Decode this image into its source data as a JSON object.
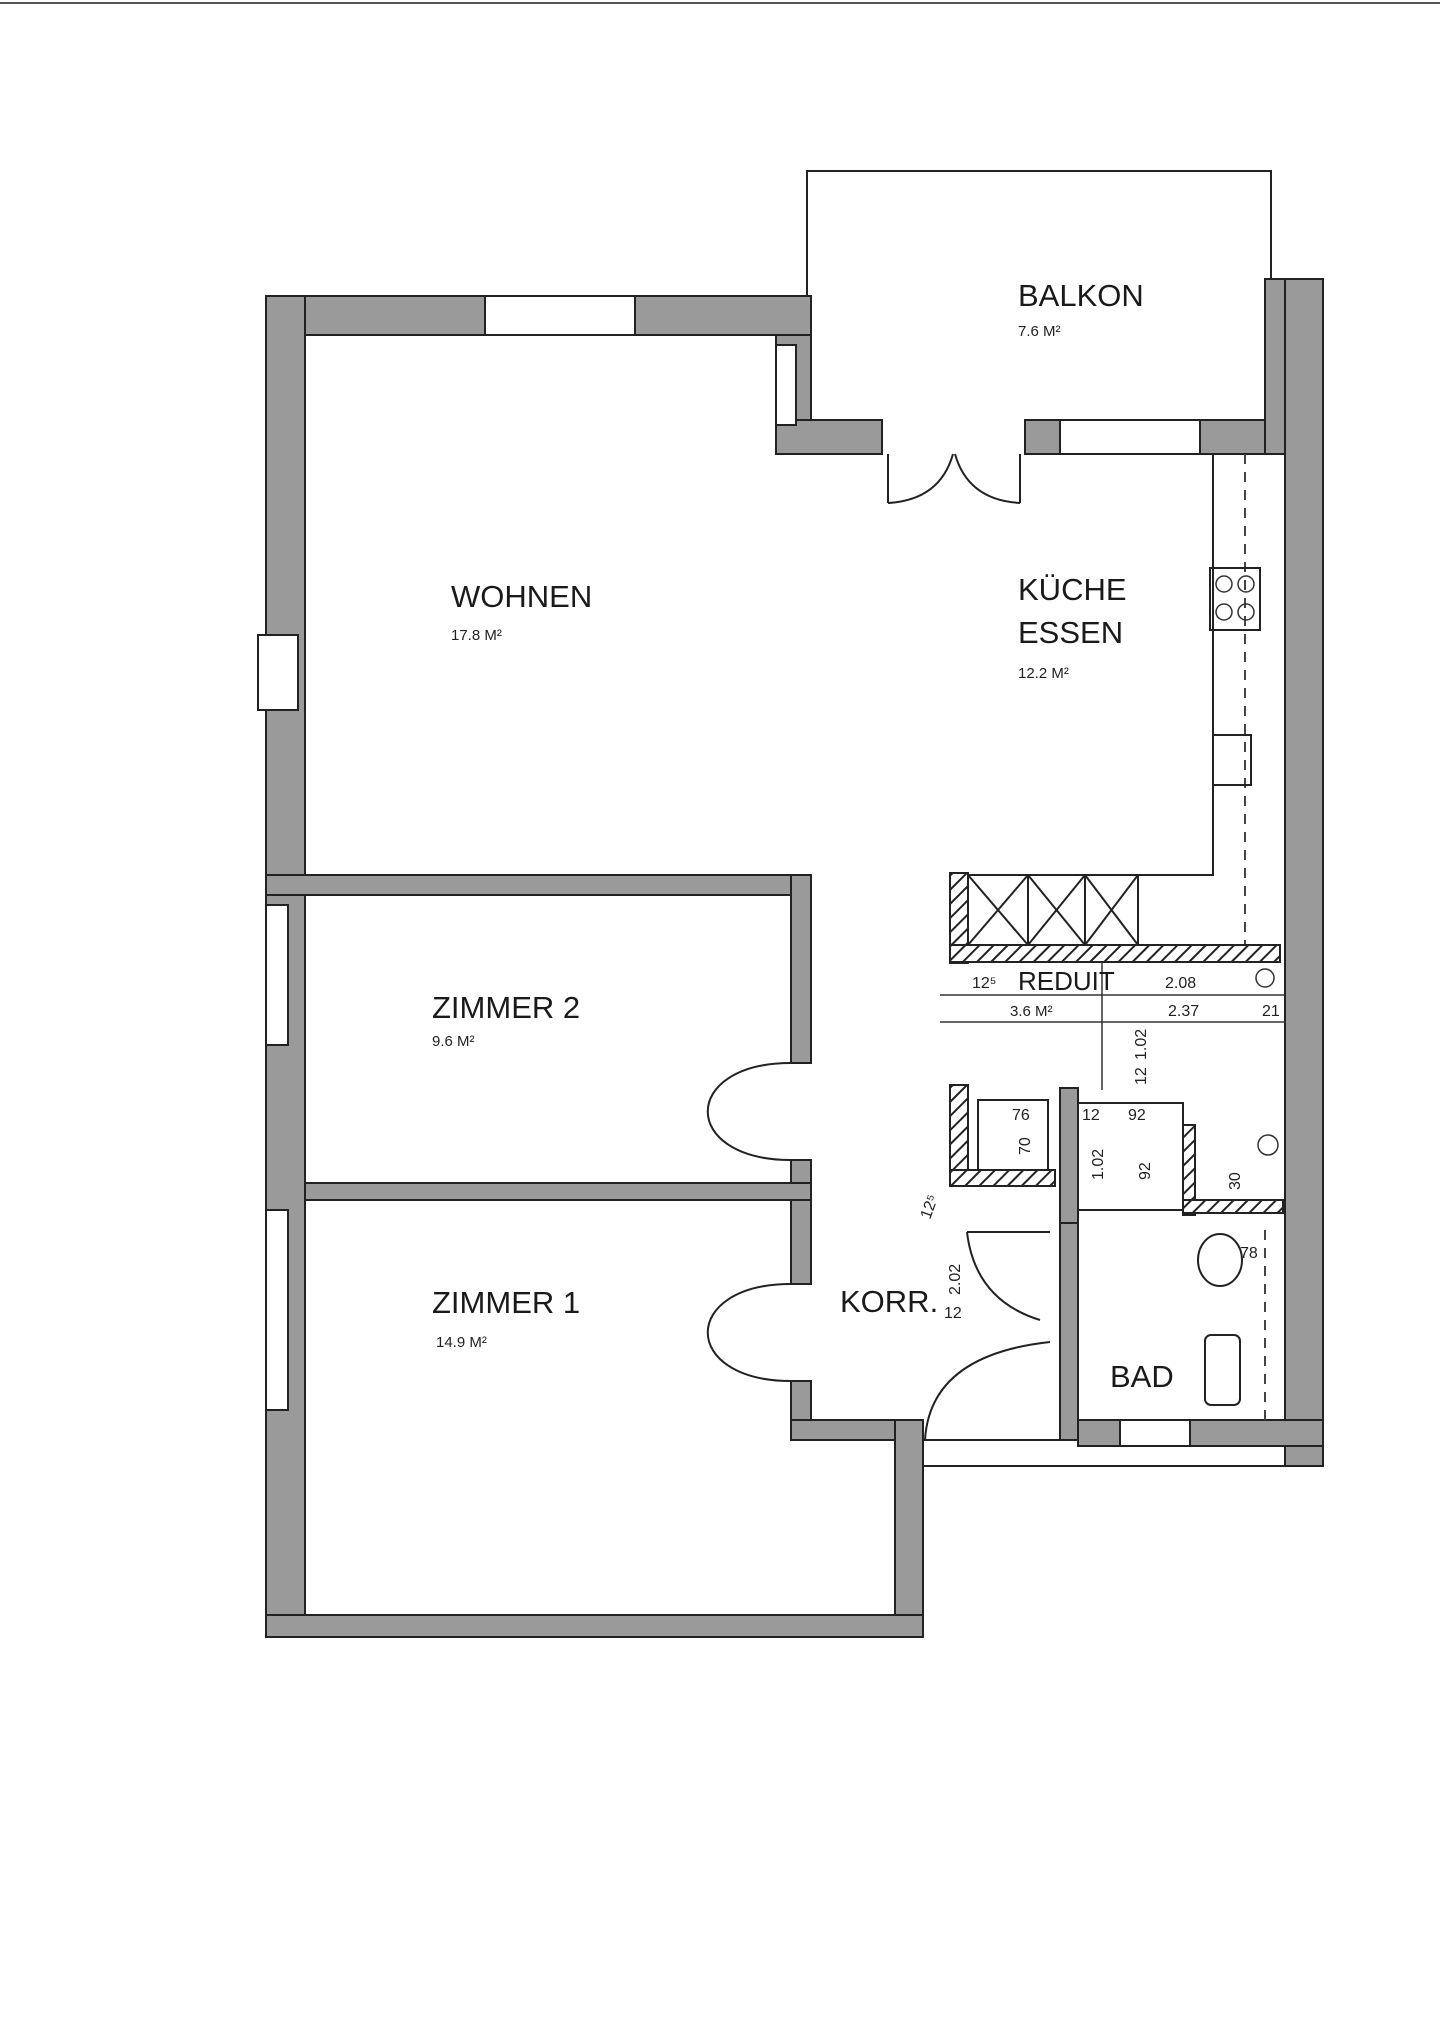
{
  "rooms": {
    "balkon": {
      "name": "BALKON",
      "area": "7.6 M²"
    },
    "wohnen": {
      "name": "WOHNEN",
      "area": "17.8 M²"
    },
    "kueche": {
      "name_line1": "KÜCHE",
      "name_line2": "ESSEN",
      "area": "12.2 M²"
    },
    "zimmer2": {
      "name": "ZIMMER 2",
      "area": "9.6 M²"
    },
    "zimmer1": {
      "name": "ZIMMER 1",
      "area": "14.9 M²"
    },
    "korr": {
      "name": "KORR."
    },
    "bad": {
      "name": "BAD"
    },
    "reduit": {
      "name": "REDUIT",
      "area": "3.6 M²"
    }
  },
  "dimensions": {
    "reduit_left": "12⁵",
    "reduit_width_top": "2.08",
    "reduit_width_bottom": "2.37",
    "reduit_right": "21",
    "reduit_v": "1.02",
    "wall_12_a": "12",
    "shaft_76": "76",
    "shaft_70": "70",
    "shower_12": "12",
    "shower_92": "92",
    "shower_102": "1.02",
    "shower_92_v": "92",
    "wm_30": "30",
    "wc_78": "78",
    "door_202": "2.02",
    "door_12": "12",
    "door_125": "12⁵"
  },
  "colors": {
    "wall": "#9a9a9a",
    "line": "#222222",
    "background": "#ffffff"
  }
}
